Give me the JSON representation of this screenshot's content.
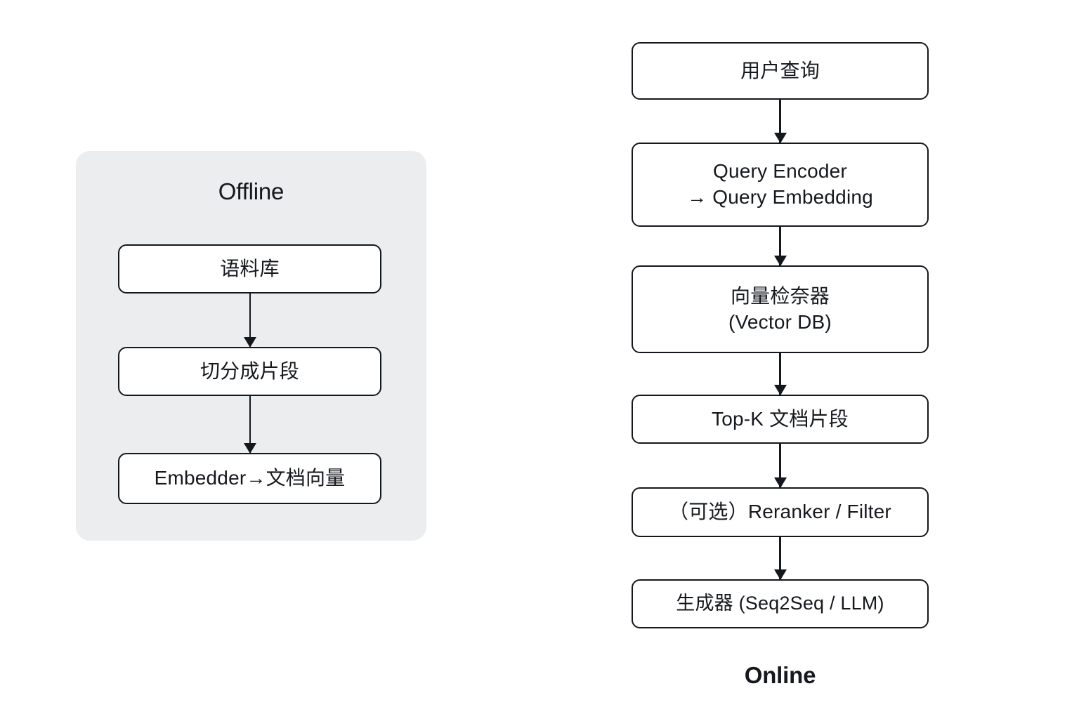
{
  "diagram": {
    "title_offline": "Offline",
    "title_online": "Online",
    "background_color": "#ffffff",
    "panel_color": "#ecedef",
    "stroke_color": "#14171c",
    "text_color": "#15181d"
  },
  "offline": {
    "label": "Offline",
    "nodes": [
      {
        "id": "corpus",
        "label": "语料库"
      },
      {
        "id": "chunking",
        "label": "切分成片段"
      },
      {
        "id": "embedder",
        "label": "Embedder→文档向量"
      }
    ],
    "edges": [
      {
        "from": "corpus",
        "to": "chunking",
        "arrow": "down-arrow"
      },
      {
        "from": "chunking",
        "to": "embedder",
        "arrow": "down-arrow"
      }
    ]
  },
  "online": {
    "label": "Online",
    "nodes": [
      {
        "id": "user-query",
        "label": "用户查询",
        "line1": "用户查询",
        "line2": ""
      },
      {
        "id": "query-encoder",
        "label": "Query Encoder → Query Embedding",
        "line1": "Query Encoder",
        "line2": "→ Query Embedding"
      },
      {
        "id": "vector-retriever",
        "label": "向量检奈器 (Vector DB)",
        "line1": "向量检奈器",
        "line2": "(Vector DB)"
      },
      {
        "id": "topk-chunks",
        "label": "Top-K 文档片段",
        "line1": "Top-K 文档片段",
        "line2": ""
      },
      {
        "id": "reranker-filter",
        "label": "（可选）Reranker / Filter",
        "line1": "（可选）Reranker / Filter",
        "line2": ""
      },
      {
        "id": "generator",
        "label": "生成器 (Seq2Seq / LLM)",
        "line1": "生成器 (Seq2Seq / LLM)",
        "line2": ""
      }
    ],
    "edges": [
      {
        "from": "user-query",
        "to": "query-encoder",
        "arrow": "down-arrow"
      },
      {
        "from": "query-encoder",
        "to": "vector-retriever",
        "arrow": "down-arrow"
      },
      {
        "from": "vector-retriever",
        "to": "topk-chunks",
        "arrow": "down-arrow"
      },
      {
        "from": "topk-chunks",
        "to": "reranker-filter",
        "arrow": "down-arrow"
      },
      {
        "from": "reranker-filter",
        "to": "generator",
        "arrow": "down-arrow"
      }
    ]
  }
}
